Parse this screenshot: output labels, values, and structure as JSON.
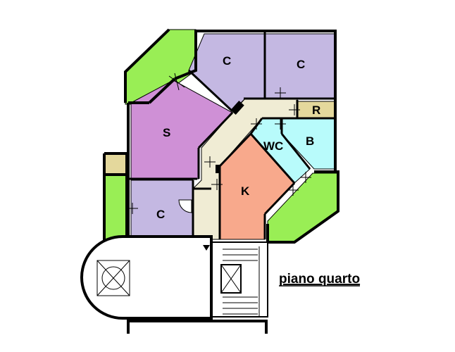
{
  "plan": {
    "caption": "piano quarto",
    "colors": {
      "terrace": "#99ee55",
      "bedroom": "#c4b8e2",
      "living": "#cf90d6",
      "corridor": "#f0ecd4",
      "kitchen": "#f8a98c",
      "bath": "#b8fbfb",
      "storage": "#e4d89c",
      "wall": "#000000"
    },
    "rooms": [
      {
        "id": "bedroom-top-left",
        "label": "C",
        "color": "bedroom"
      },
      {
        "id": "bedroom-top-right",
        "label": "C",
        "color": "bedroom"
      },
      {
        "id": "storage",
        "label": "R",
        "color": "storage"
      },
      {
        "id": "living",
        "label": "S",
        "color": "living"
      },
      {
        "id": "wc",
        "label": "WC",
        "color": "bath"
      },
      {
        "id": "bathroom",
        "label": "B",
        "color": "bath"
      },
      {
        "id": "kitchen",
        "label": "K",
        "color": "kitchen"
      },
      {
        "id": "bedroom-bottom",
        "label": "C",
        "color": "bedroom"
      }
    ]
  }
}
